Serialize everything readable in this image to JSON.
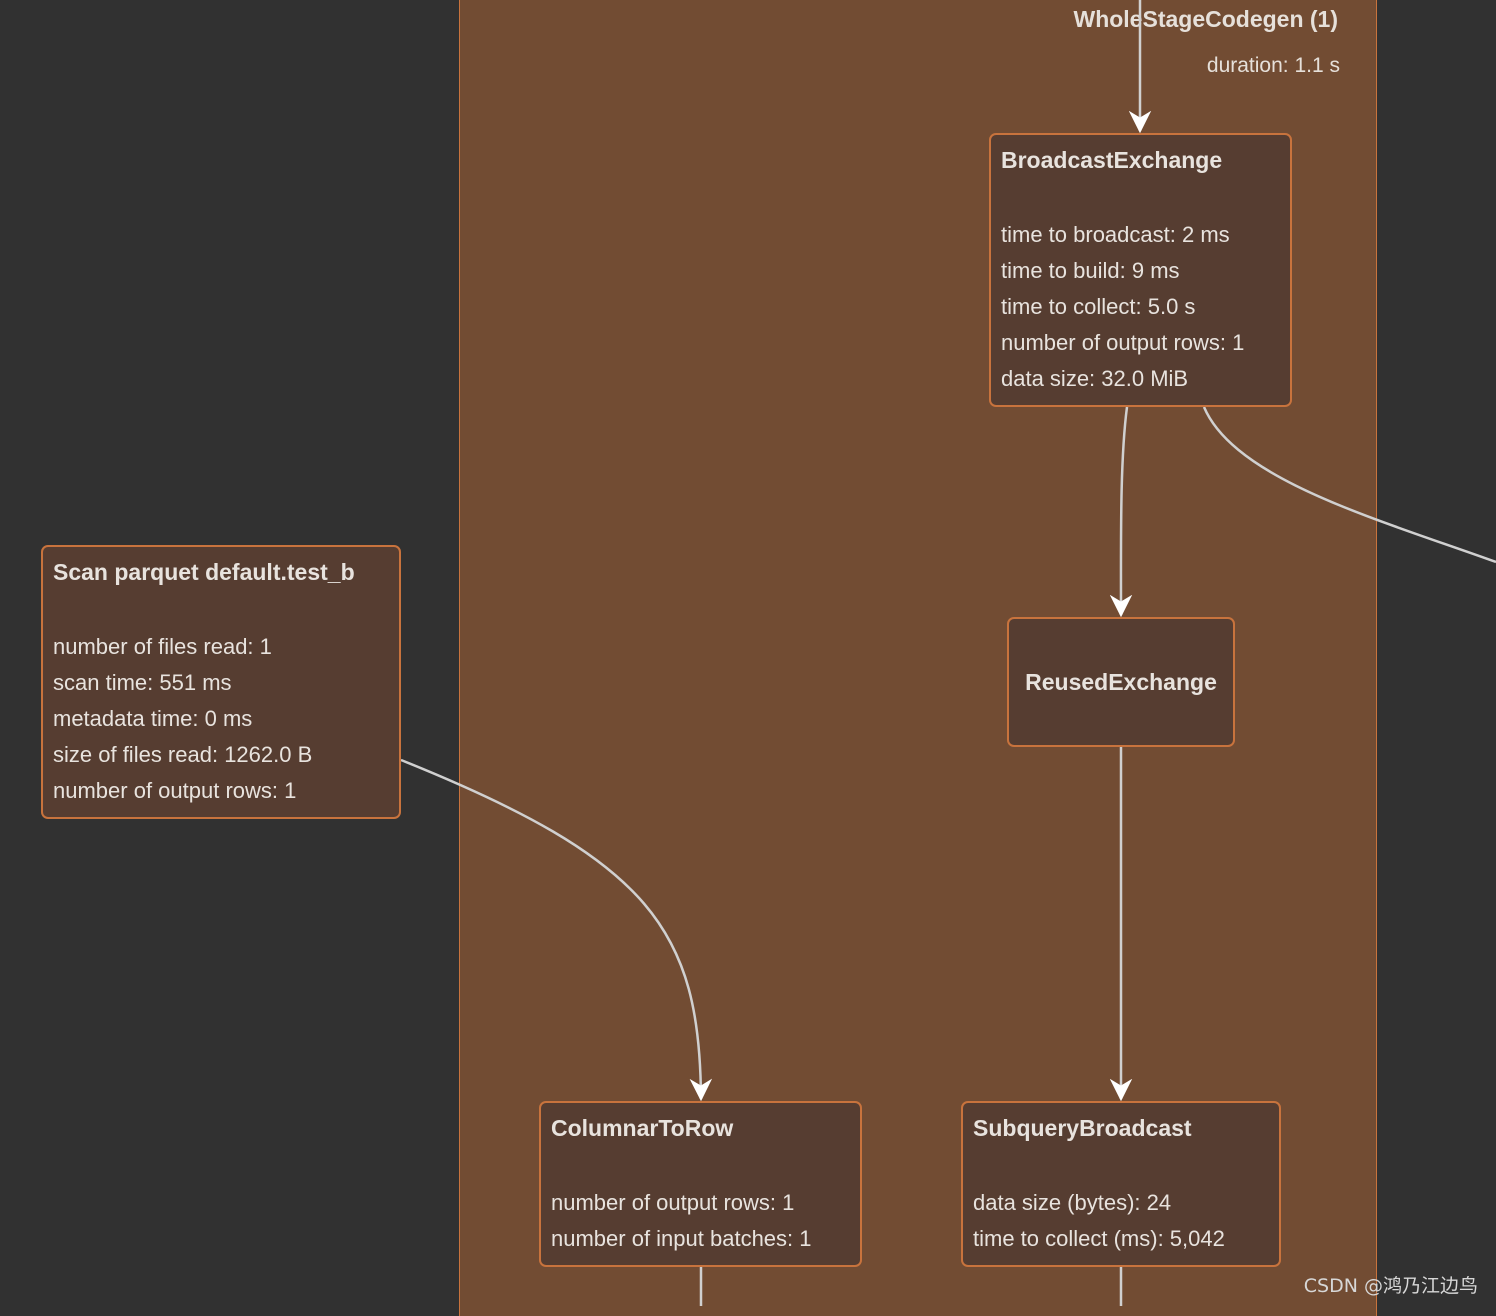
{
  "cluster": {
    "title": "WholeStageCodegen (1)",
    "duration": "duration: 1.1 s"
  },
  "nodes": {
    "broadcast_exchange": {
      "title": "BroadcastExchange",
      "metrics": [
        "time to broadcast: 2 ms",
        "time to build: 9 ms",
        "time to collect: 5.0 s",
        "number of output rows: 1",
        "data size: 32.0 MiB"
      ]
    },
    "scan_parquet": {
      "title": "Scan parquet default.test_b",
      "metrics": [
        "number of files read: 1",
        "scan time: 551 ms",
        "metadata time: 0 ms",
        "size of files read: 1262.0 B",
        "number of output rows: 1"
      ]
    },
    "reused_exchange": {
      "title": "ReusedExchange"
    },
    "columnar_to_row": {
      "title": "ColumnarToRow",
      "metrics": [
        "number of output rows: 1",
        "number of input batches: 1"
      ]
    },
    "subquery_broadcast": {
      "title": "SubqueryBroadcast",
      "metrics": [
        "data size (bytes): 24",
        "time to collect (ms): 5,042"
      ]
    }
  },
  "colors": {
    "background": "#313131",
    "cluster_fill": "#724c33",
    "node_fill": "#563d31",
    "node_border": "#c8733d",
    "edge": "#d0d0d0"
  },
  "watermark": "CSDN @鸿乃江边鸟"
}
